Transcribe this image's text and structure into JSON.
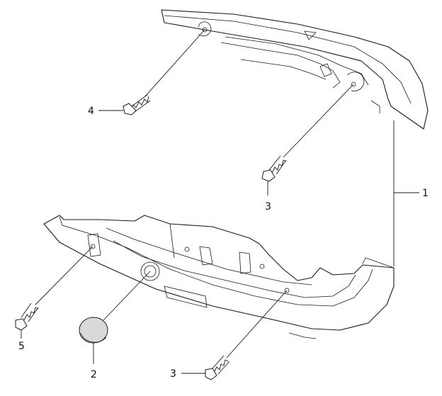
{
  "callouts": {
    "upper_housing": "1",
    "cap": "2",
    "screw_right_upper": "3",
    "screw_bottom": "3",
    "screw_upper_left": "4",
    "screw_lower_left": "5"
  }
}
